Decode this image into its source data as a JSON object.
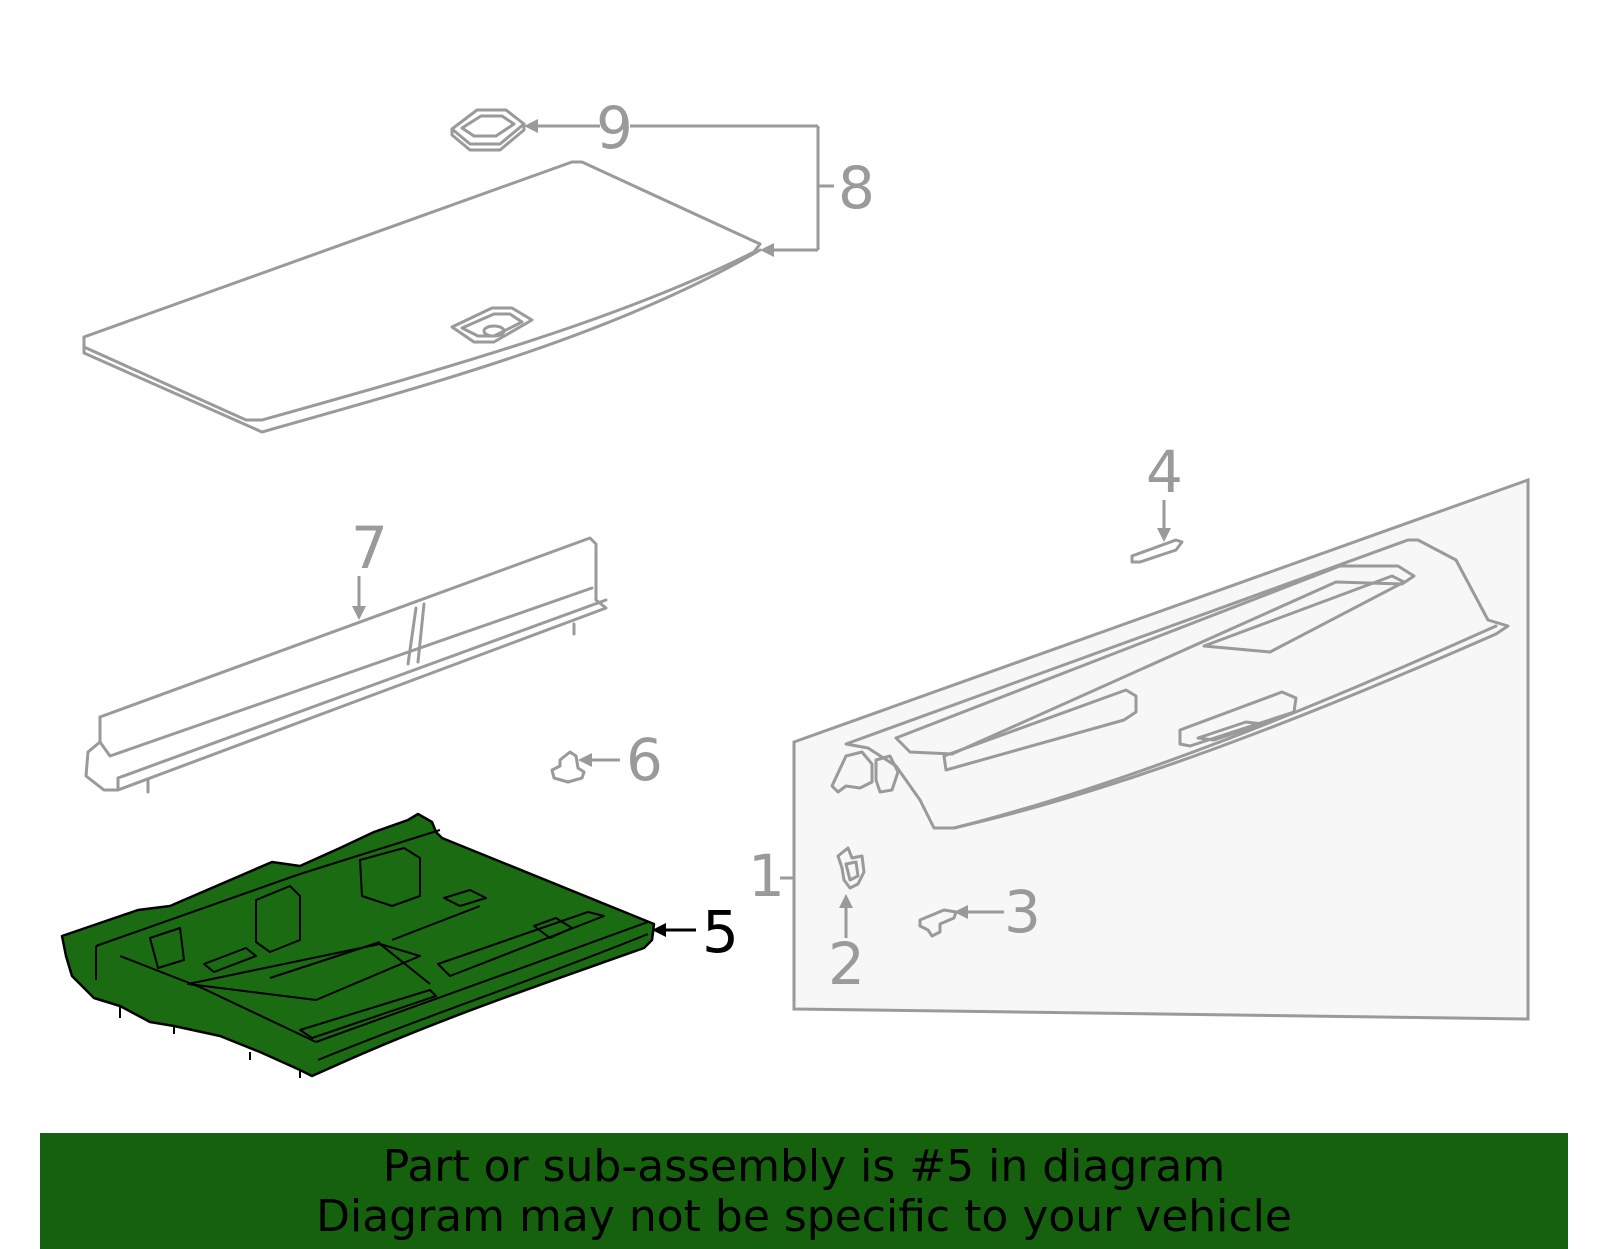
{
  "diagram": {
    "callouts": [
      "1",
      "2",
      "3",
      "4",
      "5",
      "6",
      "7",
      "8",
      "9"
    ],
    "highlighted_callout": "5",
    "colors": {
      "highlight_fill": "#1b6b12",
      "banner": "#15610d",
      "line_art": "#9a9a9a",
      "inset_background": "#f7f7f7"
    }
  },
  "banner": {
    "line1": "Part or sub-assembly is #5 in diagram",
    "line2": "Diagram may not be specific to your vehicle"
  }
}
